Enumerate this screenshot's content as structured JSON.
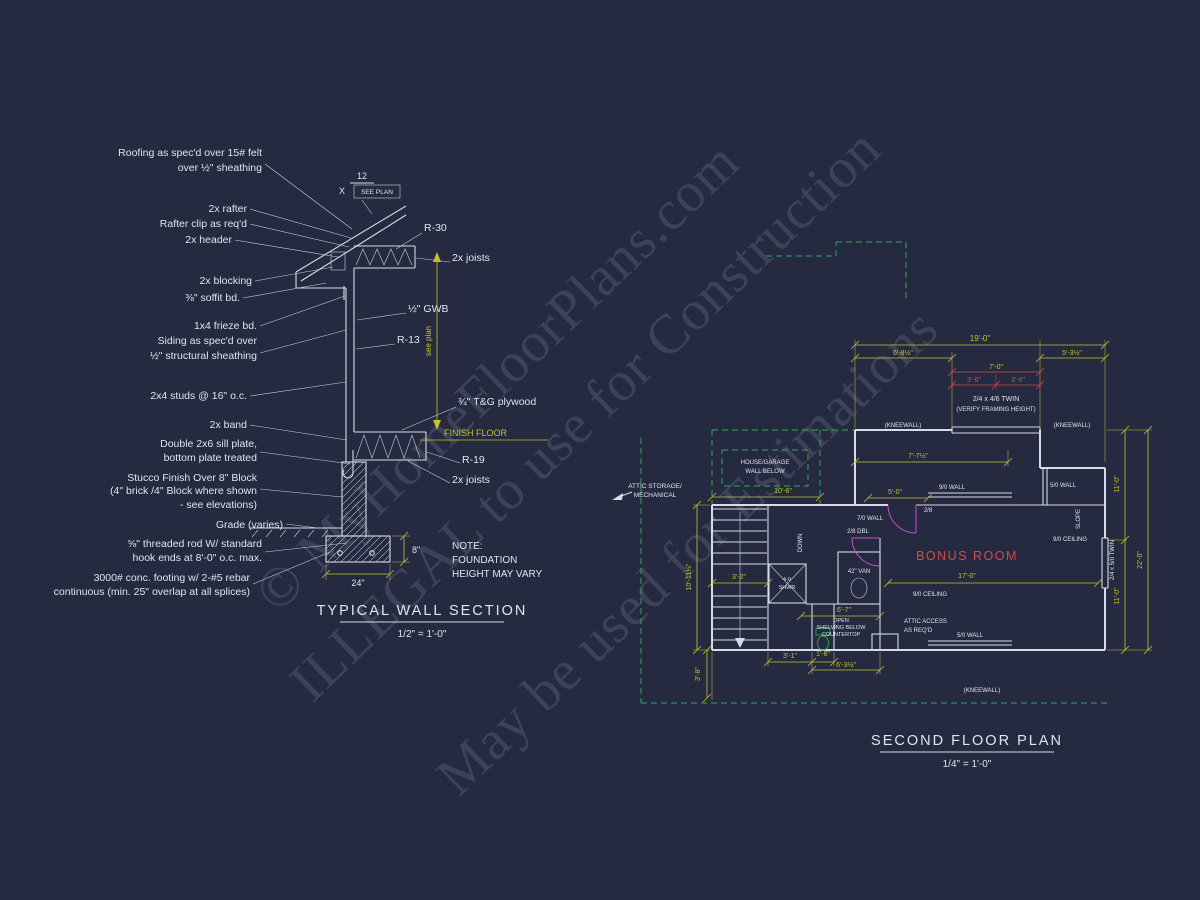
{
  "colors": {
    "background": "#252a41",
    "line_white": "#d6dbe6",
    "dim_yellow": "#c3c32e",
    "accent_red": "#d24a4a",
    "roof_green": "#2fa851",
    "door_magenta": "#c84fd4"
  },
  "watermark": {
    "line1": "© MyHomeFloorPlans.com",
    "line2": "ILLEGAL to use for Construction",
    "line3": "May be used for Estimations"
  },
  "section": {
    "title": "TYPICAL WALL SECTION",
    "scale": "1/2\" = 1'-0\"",
    "pitch": {
      "rise": "12",
      "run": "X",
      "note": "SEE PLAN"
    },
    "labels_left": [
      "Roofing as spec'd over 15# felt",
      "over ½\" sheathing",
      "2x rafter",
      "Rafter clip as req'd",
      "2x header",
      "2x blocking",
      "⅜\" soffit bd.",
      "1x4 frieze bd.",
      "Siding as spec'd over",
      "½\" structural sheathing",
      "2x4 studs @ 16\" o.c.",
      "2x band",
      "Double 2x6 sill plate,",
      "bottom plate treated",
      "Stucco Finish Over 8\" Block",
      "(4\" brick /4\" Block where shown",
      "- see elevations)",
      "Grade (varies)",
      "⅝\" threaded rod W/ standard",
      "hook ends at 8'-0\" o.c. max.",
      "3000# conc. footing w/ 2-#5 rebar",
      "continuous (min. 25\" overlap at all splices)"
    ],
    "labels_right": {
      "r30": "R-30",
      "joists_top": "2x joists",
      "gwb": "½\" GWB",
      "r13": "R-13",
      "plywood": "¾\" T&G plywood",
      "finish_floor": "FINISH FLOOR",
      "r19": "R-19",
      "joists_floor": "2x joists"
    },
    "dims": {
      "see_plan": "see plan",
      "footing_width": "24\"",
      "footing_height": "8\""
    },
    "note": [
      "NOTE:",
      "FOUNDATION",
      "HEIGHT MAY VARY"
    ]
  },
  "plan": {
    "title": "SECOND FLOOR PLAN",
    "scale": "1/4\" = 1'-0\"",
    "room": "BONUS ROOM",
    "dims": {
      "d19": "19'-0\"",
      "d6_8": "6'-8½\"",
      "d7_0": "7'-0\"",
      "d5_3": "5'-3½\"",
      "d3_6a": "3'-6\"",
      "d3_6b": "3'-6\"",
      "d7_7": "7'-7½\"",
      "d5_0": "5'-0\"",
      "d10_6": "10'-6\"",
      "d10_11": "10'-11½\"",
      "d3_2": "3'-2\"",
      "d3_8": "3'-8\"",
      "d3_1": "3'-1\"",
      "d1_6": "1'-6\"",
      "d6_3": "6'-3½\"",
      "d6_7": "6'-7\"",
      "d17": "17'-0\"",
      "d11a": "11'-0\"",
      "d11b": "11'-0\"",
      "d22": "22'-0\""
    },
    "labels": {
      "twin_top": "2/4 x 4/6 TWIN",
      "verify": "(VERIFY FRAMING HEIGHT)",
      "kneewall_a": "(KNEEWALL)",
      "kneewall_b": "(KNEEWALL)",
      "kneewall_c": "(KNEEWALL)",
      "house_garage_1": "HOUSE/GARAGE",
      "house_garage_2": "WALL BELOW",
      "attic_1": "ATTIC STORAGE/",
      "attic_2": "MECHANICAL",
      "wall_9_0": "9/0 WALL",
      "wall_5_0_top": "5/0 WALL",
      "wall_5_0_bottom": "5/0 WALL",
      "wall_7_0": "7/0 WALL",
      "slope": "SLOPE",
      "ceiling_a": "9/0 CEILING",
      "ceiling_b": "9/0 CEILING",
      "down": "DOWN",
      "vanity": "42\" VAN",
      "shower_1": "4-0",
      "shower_2": "SHWR",
      "door_a": "2/8",
      "door_dbl": "2/8 DBL",
      "open_1": "OPEN",
      "open_2": "SHELVING BELOW",
      "open_3": "COUNTERTOP",
      "access_1": "ATTIC ACCESS",
      "access_2": "AS REQ'D",
      "twin_right": "2/4 x 5/0 TWIN"
    }
  }
}
